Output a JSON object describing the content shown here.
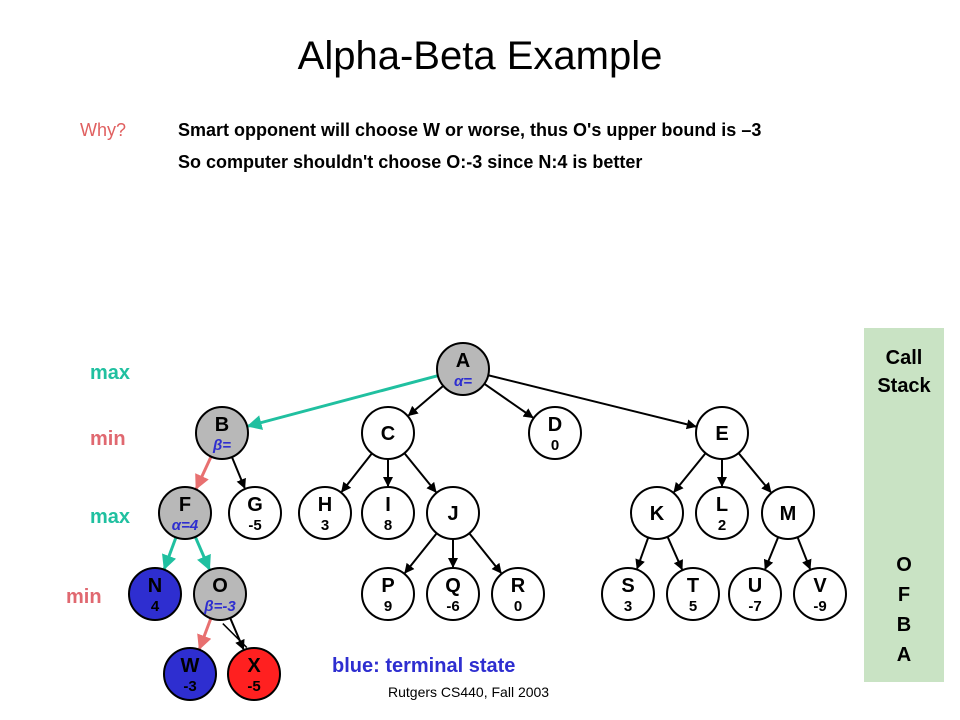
{
  "title": "Alpha-Beta Example",
  "explanation": {
    "why_label": "Why?",
    "line1": "Smart opponent will choose W or worse, thus O's upper bound is –3",
    "line2": "So computer shouldn't choose O:-3 since N:4 is better"
  },
  "levels": [
    {
      "label": "max",
      "kind": "max"
    },
    {
      "label": "min",
      "kind": "min"
    },
    {
      "label": "max",
      "kind": "max"
    },
    {
      "label": "min",
      "kind": "min"
    }
  ],
  "call_stack": {
    "title_line1": "Call",
    "title_line2": "Stack",
    "items": [
      "O",
      "F",
      "B",
      "A"
    ]
  },
  "legend": "blue: terminal state",
  "footer": "Rutgers CS440, Fall 2003",
  "colors": {
    "visited": "#b8b8b8",
    "terminal": "#2e2ed0",
    "pruned": "#ff2020",
    "unvisited": "#ffffff",
    "active_edge": "#20c0a0",
    "min_edge": "#e87070",
    "max_label": "#20c0a0",
    "min_label": "#e06870",
    "call_stack_bg": "#c9e3c4"
  },
  "tree": {
    "nodes": [
      {
        "id": "A",
        "label": "A",
        "value": "α=",
        "state": "visited"
      },
      {
        "id": "B",
        "label": "B",
        "value": "β=",
        "state": "visited"
      },
      {
        "id": "C",
        "label": "C",
        "value": "",
        "state": "unvisited"
      },
      {
        "id": "D",
        "label": "D",
        "value": "0",
        "state": "unvisited"
      },
      {
        "id": "E",
        "label": "E",
        "value": "",
        "state": "unvisited"
      },
      {
        "id": "F",
        "label": "F",
        "value": "α=4",
        "state": "visited"
      },
      {
        "id": "G",
        "label": "G",
        "value": "-5",
        "state": "unvisited"
      },
      {
        "id": "H",
        "label": "H",
        "value": "3",
        "state": "unvisited"
      },
      {
        "id": "I",
        "label": "I",
        "value": "8",
        "state": "unvisited"
      },
      {
        "id": "J",
        "label": "J",
        "value": "",
        "state": "unvisited"
      },
      {
        "id": "K",
        "label": "K",
        "value": "",
        "state": "unvisited"
      },
      {
        "id": "L",
        "label": "L",
        "value": "2",
        "state": "unvisited"
      },
      {
        "id": "M",
        "label": "M",
        "value": "",
        "state": "unvisited"
      },
      {
        "id": "N",
        "label": "N",
        "value": "4",
        "state": "terminal"
      },
      {
        "id": "O",
        "label": "O",
        "value": "β=-3",
        "state": "visited"
      },
      {
        "id": "P",
        "label": "P",
        "value": "9",
        "state": "unvisited"
      },
      {
        "id": "Q",
        "label": "Q",
        "value": "-6",
        "state": "unvisited"
      },
      {
        "id": "R",
        "label": "R",
        "value": "0",
        "state": "unvisited"
      },
      {
        "id": "S",
        "label": "S",
        "value": "3",
        "state": "unvisited"
      },
      {
        "id": "T",
        "label": "T",
        "value": "5",
        "state": "unvisited"
      },
      {
        "id": "U",
        "label": "U",
        "value": "-7",
        "state": "unvisited"
      },
      {
        "id": "V",
        "label": "V",
        "value": "-9",
        "state": "unvisited"
      },
      {
        "id": "W",
        "label": "W",
        "value": "-3",
        "state": "terminal"
      },
      {
        "id": "X",
        "label": "X",
        "value": "-5",
        "state": "pruned"
      }
    ],
    "edges": [
      {
        "from": "A",
        "to": "B",
        "style": "active"
      },
      {
        "from": "A",
        "to": "C",
        "style": "normal"
      },
      {
        "from": "A",
        "to": "D",
        "style": "normal"
      },
      {
        "from": "A",
        "to": "E",
        "style": "normal"
      },
      {
        "from": "B",
        "to": "F",
        "style": "min"
      },
      {
        "from": "B",
        "to": "G",
        "style": "normal"
      },
      {
        "from": "C",
        "to": "H",
        "style": "normal"
      },
      {
        "from": "C",
        "to": "I",
        "style": "normal"
      },
      {
        "from": "C",
        "to": "J",
        "style": "normal"
      },
      {
        "from": "E",
        "to": "K",
        "style": "normal"
      },
      {
        "from": "E",
        "to": "L",
        "style": "normal"
      },
      {
        "from": "E",
        "to": "M",
        "style": "normal"
      },
      {
        "from": "F",
        "to": "N",
        "style": "active"
      },
      {
        "from": "F",
        "to": "O",
        "style": "active"
      },
      {
        "from": "J",
        "to": "P",
        "style": "normal"
      },
      {
        "from": "J",
        "to": "Q",
        "style": "normal"
      },
      {
        "from": "J",
        "to": "R",
        "style": "normal"
      },
      {
        "from": "K",
        "to": "S",
        "style": "normal"
      },
      {
        "from": "K",
        "to": "T",
        "style": "normal"
      },
      {
        "from": "M",
        "to": "U",
        "style": "normal"
      },
      {
        "from": "M",
        "to": "V",
        "style": "normal"
      },
      {
        "from": "O",
        "to": "W",
        "style": "min"
      },
      {
        "from": "O",
        "to": "X",
        "style": "pruned"
      }
    ]
  }
}
